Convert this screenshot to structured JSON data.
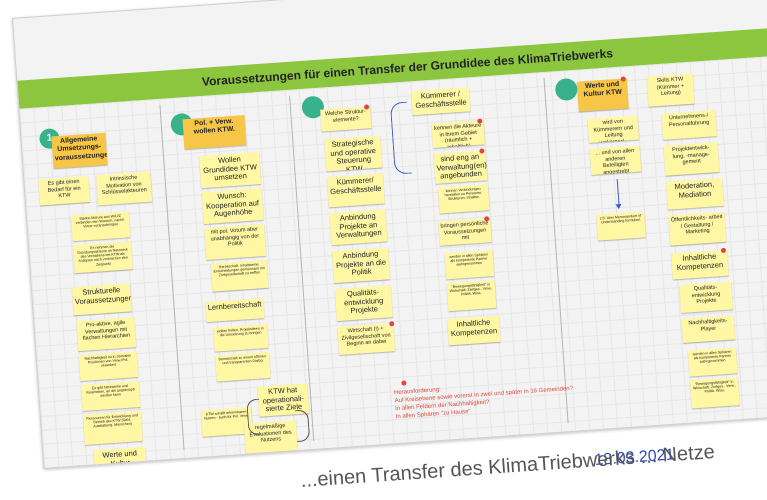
{
  "banner_title": "Voraussetzungen für einen Transfer der Grundidee des KlimaTriebwerks",
  "date": "18.03.2021",
  "caption": "...einen Transfer des KlimaTriebwerks ... Netze",
  "badge_number": "1",
  "col1": {
    "head": "Allgemeine Umsetzungs- voraussetzungen",
    "note_a": "Es gibt einen Bedarf für ein KTW",
    "note_b": "Intrinsische Motivation von Schlüsselakteuren",
    "note_c": "Starke Akteure aus W/U/Z verbinden den Wunsch, nachh. Virtue voranzubringen",
    "note_d": "Es nehmen die Gründungsakteure im Netzwerk des Vorhabens bei KTW als Analysen nach vorbrachen den Zeitpunkt",
    "note_e": "Strukturelle Voraussetzungen",
    "note_f": "Pro-aktive, agile Verwaltungen mit flachen Hierarchien",
    "note_g": "Nachhaltigkeit ist in zentralen Positionen von Verw./Pol. verankert",
    "note_h": "Es gibt Netzwerke und Vorarbeiten, an die angeknüpft werden kann",
    "note_i": "Ressourcen für Entwicklung und Betrieb des KTW (Geld, Ausstattung, Menschen)",
    "note_j": "Werte und Kultur"
  },
  "col2": {
    "head": "Pol. + Verw. wollen KTW.",
    "note_a": "Wollen Grundidee KTW umsetzen",
    "note_b": "Wunsch: Kooperation auf Augenhöhe",
    "note_c": "mit pol. Votum aber unabhängig von der Politik",
    "note_d": "Bereitschaft, Inhaltsteme Entscheidungen gemeinsam mit Zivilgesellschaft zu treffen",
    "note_e": "Lernbereitschaft",
    "note_f": "wollen helfen, Projektideen in die Umsetzung zu bringen",
    "note_g": "Bereitschaft zu einem offenen und transparenten Dialog",
    "note_h": "KTW hat operationali- sierte Ziele",
    "note_i": "KTW schafft erkennbaren Nutzen - auch für Pol. Verw.",
    "note_j": "regelmäßige Evaluationen des Nutzens"
  },
  "col3": {
    "note_a": "Welche Struktur- elemente?",
    "note_b": "Strategische und operative Steuerung KTW",
    "note_c": "Kümmerer/ Geschäftsstelle",
    "note_d": "Anbindung Projekte an Verwaltungen",
    "note_e": "Anbindung Projekte an die Politik",
    "note_f": "Qualitäts- entwicklung Projekte",
    "note_g": "Wirtschaft (!) + Zivilgesellschaft von Beginn an dabei"
  },
  "col4": {
    "note_a": "Kümmerer / Geschäftsstelle",
    "note_b": "kennen die Akteure in ihrem Gebiet (räumlich + inhaltlich)",
    "note_c": "sind eng an Verwaltung(en) angebunden",
    "note_d": "können Verbindungen herstellen zu Personen, Strukturen, Inhalten",
    "note_e": "bringen persönliche Voraussetzungen mit",
    "note_f": "werden in allen Sphären als kompetente Partner wahrgenommen",
    "note_g": "\"Bewegungsfähigkeit\" in Wirtschaft, Zivilges., Verw., Politik, Wiss.",
    "note_h": "Inhaltliche Kompetenzen"
  },
  "challenge": {
    "line1": "Herausforderung:",
    "line2": "Auf Kreisebene sowie vorerst in zwei und später in 16 Gemeinden?",
    "line3": "In allen Feldern der Nachhaltigkeit?",
    "line4": "In allen Sphären \"zu Hause\""
  },
  "col5": {
    "head": "Werte und Kultur KTW",
    "note_a": "wird von Kümmerern und Leitung verkörpert...",
    "note_b": "... und von allen anderen Beteiligten angestrebt",
    "note_c": "z.B. über Memorandum of Understanding formuliert"
  },
  "col6": {
    "note_a": "Skills KTW (Kümmer + Leitung)",
    "note_b": "Unternehmens-/ Personalführung",
    "note_c": "Projektentwick- lung, -manage- gement",
    "note_d": "Moderation, Mediation",
    "note_e": "Öffentlichkeits- arbeit / Gestaltung / Marketing",
    "note_f": "Inhaltliche Kompetenzen",
    "note_g": "Qualitäts- entwicklung Projekte",
    "note_h": "Nachhaltigkeits- Player",
    "note_i": "werden in allen Sphären als kompetente Partner wahrgenommen",
    "note_j": "\"Bewegungsfähigkeit\" in Wirtschaft, Zivilges., Verw., Politik, Wiss."
  }
}
